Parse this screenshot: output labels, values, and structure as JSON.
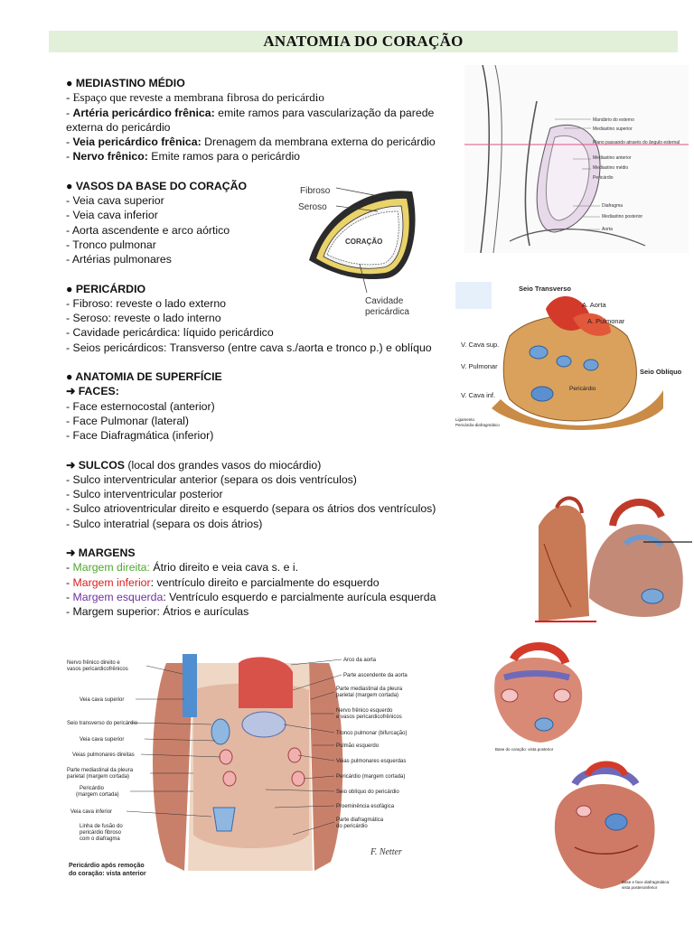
{
  "title": "ANATOMIA DO CORAÇÃO",
  "sections": {
    "mediastino": {
      "heading": "● MEDIASTINO MÉDIO",
      "line1": "- Espaço que reveste a membrana fibrosa do pericárdio",
      "line2_prefix": "- ",
      "line2_bold": "Artéria pericárdico frênica:",
      "line2_text": " emite ramos para vascularização da parede externa do pericárdio",
      "line3_prefix": "- ",
      "line3_bold": "Veia pericárdico frênica:",
      "line3_text": " Drenagem da membrana externa do pericárdio",
      "line4_prefix": "- ",
      "line4_bold": "Nervo frênico:",
      "line4_text": " Emite ramos para o pericárdio"
    },
    "vasos": {
      "heading": "● VASOS DA BASE DO CORAÇÃO",
      "items": [
        "- Veia cava superior",
        "- Veia cava inferior",
        "- Aorta ascendente e arco aórtico",
        "- Tronco pulmonar",
        "- Artérias pulmonares"
      ]
    },
    "pericardio": {
      "heading": "● PERICÁRDIO",
      "items": [
        "- Fibroso: reveste o lado externo",
        "- Seroso: reveste o lado interno",
        "- Cavidade pericárdica: líquido pericárdico",
        "- Seios pericárdicos: Transverso (entre cava s./aorta e tronco p.) e oblíquo"
      ]
    },
    "superficie": {
      "heading": "● ANATOMIA DE SUPERFÍCIE",
      "faces_heading": "➜ FACES:",
      "faces": [
        "- Face esternocostal (anterior)",
        "- Face Pulmonar (lateral)",
        "- Face Diafragmática (inferior)"
      ]
    },
    "sulcos": {
      "heading_bold": "➜ SULCOS",
      "heading_text": " (local dos grandes vasos do miocárdio)",
      "items": [
        "- Sulco interventricular anterior (separa os dois ventrículos)",
        "- Sulco interventricular posterior",
        "- Sulco atrioventricular direito e esquerdo (separa os átrios dos ventrículos)",
        "- Sulco interatrial (separa os dois átrios)"
      ]
    },
    "margens": {
      "heading": "➜ MARGENS",
      "m1_label": "Margem direita:",
      "m1_text": " Átrio direito e veia cava s. e i.",
      "m2_label": "Margem inferior",
      "m2_text": ": ventrículo direito e parcialmente do esquerdo",
      "m3_label": "Margem esquerda",
      "m3_text": ": Ventrículo esquerdo e parcialmente aurícula esquerda",
      "m4_text": "- Margem superior: Átrios e aurículas"
    }
  },
  "figures": {
    "mediastinum": {
      "labels": [
        "Manúbrio do esterno",
        "Mediastino superior",
        "Plano passando através do ângulo esternal",
        "Mediastino anterior",
        "Mediastino médio",
        "Pericárdio",
        "Diafragma",
        "Mediastino posterior",
        "Aorta"
      ]
    },
    "pericardium_diagram": {
      "fibroso": "Fibroso",
      "seroso": "Seroso",
      "coracao": "CORAÇÃO",
      "cavidade_1": "Cavidade",
      "cavidade_2": "pericárdica"
    },
    "sinus": {
      "seio_transverso": "Seio Transverso",
      "aorta": "A. Aorta",
      "pulmonar": "A. Pulmonar",
      "cava_sup": "V. Cava sup.",
      "v_pulmonar": "V. Pulmonar",
      "seio_obliquo": "Seio Oblíquo",
      "pericardio": "Pericárdio",
      "cava_inf": "V. Cava inf.",
      "ligamento_1": "Ligamento",
      "ligamento_2": "Pericárdio-diafragmático"
    },
    "netter": {
      "labels_left": [
        "Nervo frênico direito e",
        "vasos pericardicofrênicos",
        "Veia cava superior",
        "Seio transverso do pericárdio",
        "Veia cava superior",
        "Veias pulmonares direitas",
        "Parte mediastinal da pleura",
        "parietal (margem cortada)",
        "Pericárdio",
        "(margem cortada)",
        "Veia cava inferior",
        "Linha de fusão do",
        "pericárdio fibroso",
        "com o diafragma"
      ],
      "labels_right": [
        "Arco da aorta",
        "Parte ascendente da aorta",
        "Parte mediastinal da pleura",
        "parietal (margem cortada)",
        "Nervo frênico esquerdo",
        "e vasos pericardicofrênicos",
        "Tronco pulmonar (bifurcação)",
        "Pulmão esquerdo",
        "Veias pulmonares esquerdas",
        "Pericárdio (margem cortada)",
        "Seio oblíquo do pericárdio",
        "Proeminência esofágica",
        "Parte diafragmática",
        "do pericárdio"
      ],
      "caption_1": "Pericárdio após remoção",
      "caption_2": "do coração: vista anterior",
      "signature": "F. Netter"
    },
    "base_heart": {
      "caption": "Base do coração: vista posterior"
    },
    "base_heart2": {
      "caption_1": "Base e face diafragmática:",
      "caption_2": "vista posteroinferior"
    }
  }
}
